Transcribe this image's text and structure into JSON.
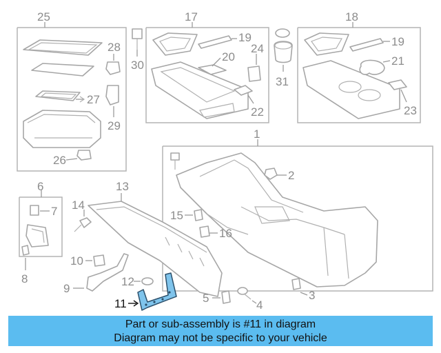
{
  "callouts": {
    "c1": "1",
    "c2": "2",
    "c3": "3",
    "c4": "4",
    "c5": "5",
    "c6": "6",
    "c7": "7",
    "c8": "8",
    "c9": "9",
    "c10": "10",
    "c11": "11",
    "c12": "12",
    "c13": "13",
    "c14": "14",
    "c15": "15",
    "c16": "16",
    "c17": "17",
    "c18": "18",
    "c19a": "19",
    "c19b": "19",
    "c20": "20",
    "c21": "21",
    "c22": "22",
    "c23": "23",
    "c24": "24",
    "c25": "25",
    "c26": "26",
    "c27": "27",
    "c28": "28",
    "c29": "29",
    "c30": "30",
    "c31": "31"
  },
  "highlighted_part": "11",
  "banner": {
    "line1": "Part or sub-assembly is #11 in diagram",
    "line2": "Diagram may not be specific to your vehicle"
  },
  "colors": {
    "banner_bg": "#5bbcf0",
    "highlight_fill": "#7fc4ec",
    "line_gray": "#a6a6a6"
  }
}
